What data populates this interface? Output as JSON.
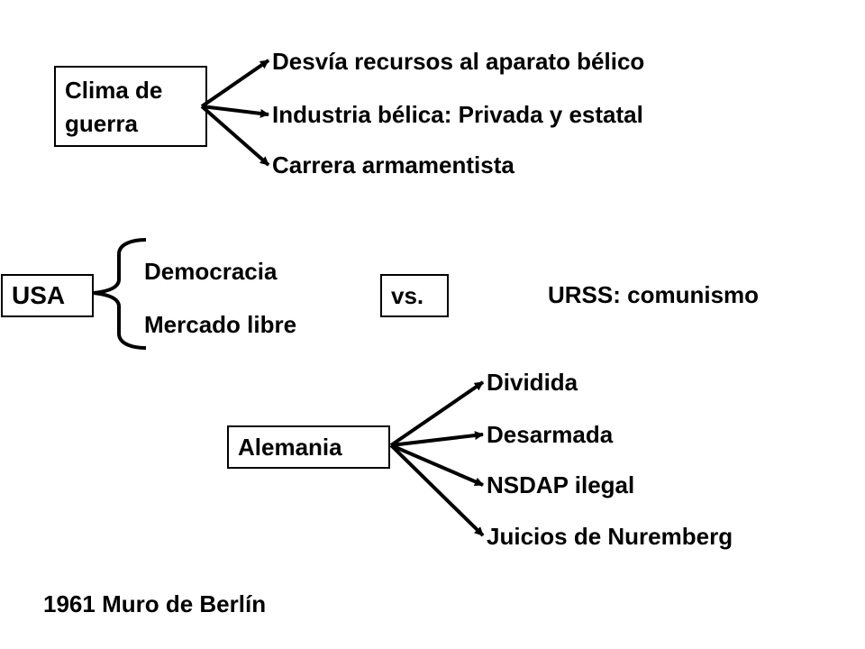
{
  "clima": {
    "box_label": "Clima de\nguerra",
    "items": [
      "Desvía recursos al aparato bélico",
      "Industria bélica: Privada y estatal",
      "Carrera armamentista"
    ]
  },
  "usa": {
    "box_label": "USA",
    "items": [
      "Democracia",
      "Mercado libre"
    ]
  },
  "vs_label": "vs.",
  "urss_label": "URSS: comunismo",
  "alemania": {
    "box_label": "Alemania",
    "items": [
      "Dividida",
      "Desarmada",
      "NSDAP ilegal",
      "Juicios de Nuremberg"
    ]
  },
  "footer_text": "1961 Muro de Berlín"
}
